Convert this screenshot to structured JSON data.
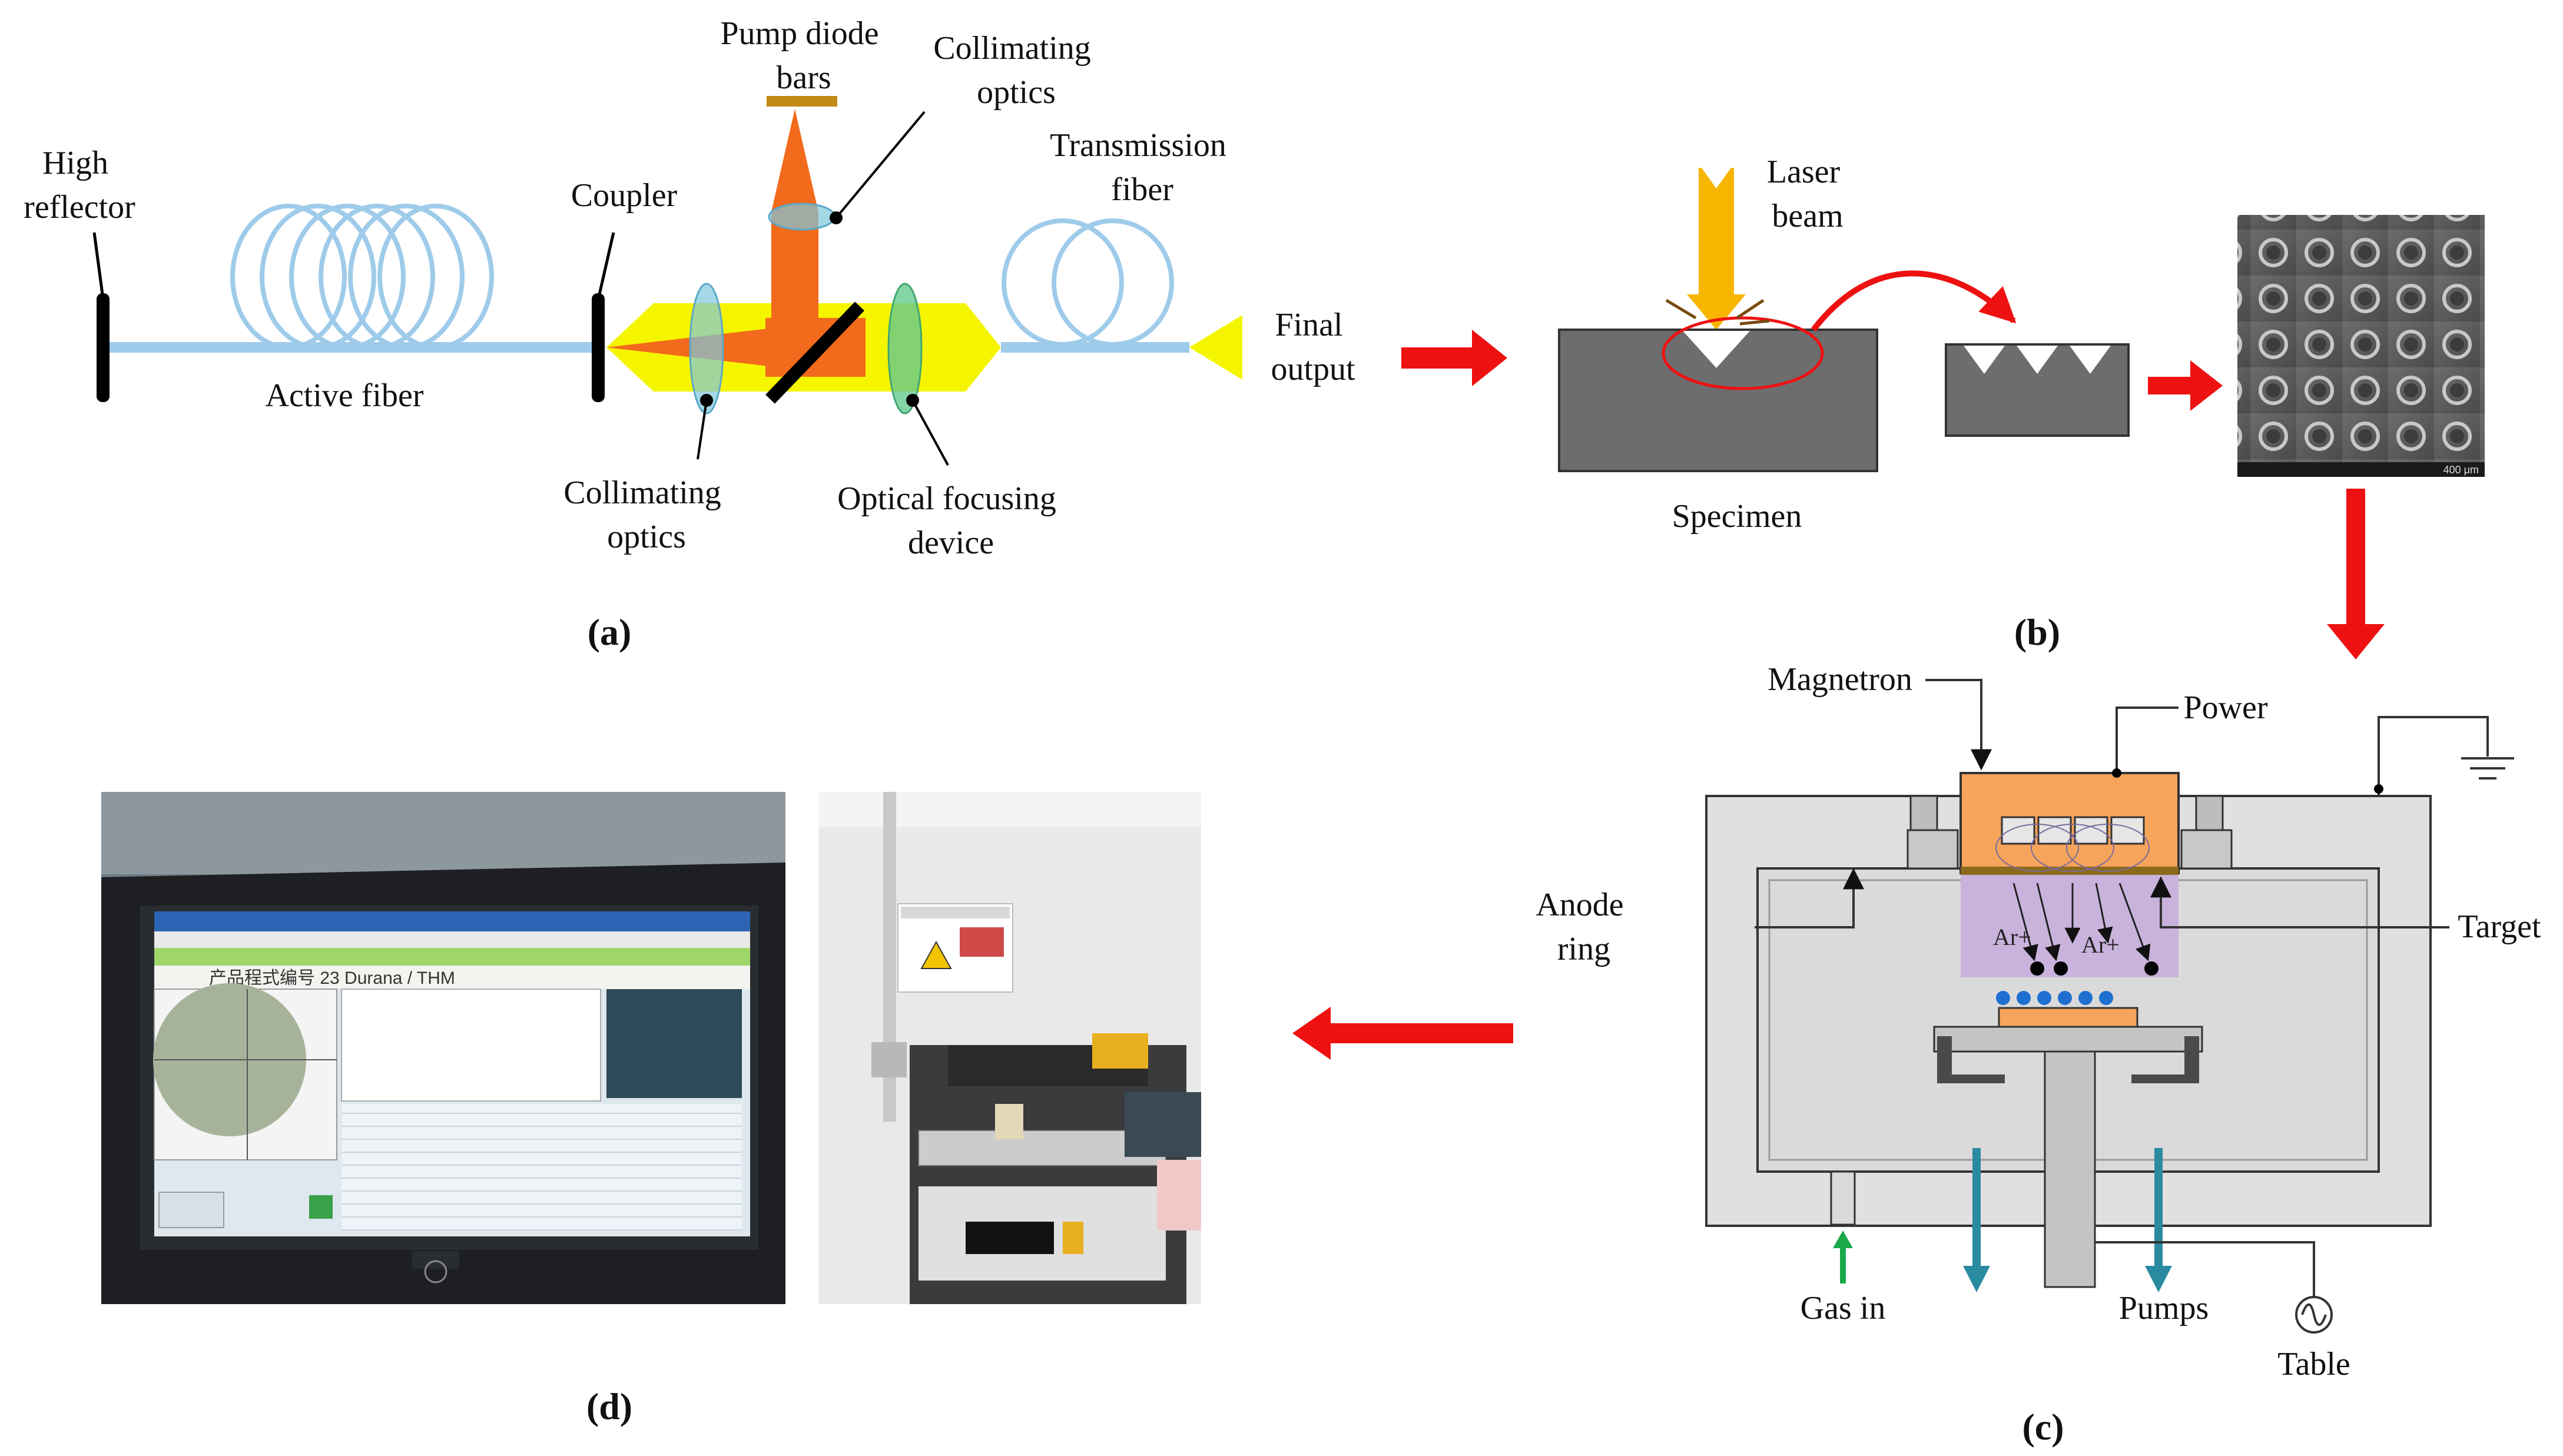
{
  "panel_a": {
    "caption": "(a)",
    "high_reflector": [
      "High",
      "reflector"
    ],
    "active_fiber": "Active fiber",
    "coupler": "Coupler",
    "pump_diode_bars": [
      "Pump diode",
      "bars"
    ],
    "collimating_optics_top": [
      "Collimating",
      "optics"
    ],
    "collimating_optics_bottom": [
      "Collimating",
      "optics"
    ],
    "transmission_fiber": [
      "Transmission",
      "fiber"
    ],
    "optical_focusing_device": [
      "Optical focusing",
      "device"
    ],
    "final_output": [
      "Final",
      "output"
    ]
  },
  "panel_b": {
    "caption": "(b)",
    "laser_beam": [
      "Laser",
      "beam"
    ],
    "specimen": "Specimen",
    "sem_scale_text": "400 μm"
  },
  "panel_c": {
    "caption": "(c)",
    "magnetron": "Magnetron",
    "power": "Power",
    "anode_ring": [
      "Anode",
      "ring"
    ],
    "target": "Target",
    "ion_labels": [
      "Ar+",
      "Ar+"
    ],
    "gas_in": "Gas in",
    "pumps": "Pumps",
    "table": "Table"
  },
  "panel_d": {
    "caption": "(d)",
    "screen_title": "产品程式编号 23  Durana / THM"
  },
  "colors": {
    "fiber": "#9fcbea",
    "beam_yellow": "#f5f500",
    "beam_orange": "#f26a1b",
    "arrow_red": "#ee1111",
    "chamber_gray": "#d8d8d8",
    "plasma_purple": "#c9b3dc",
    "magnetron_orange": "#f6a45c",
    "pump_arrow": "#2a8aa0",
    "gas_arrow": "#1aa94a"
  }
}
